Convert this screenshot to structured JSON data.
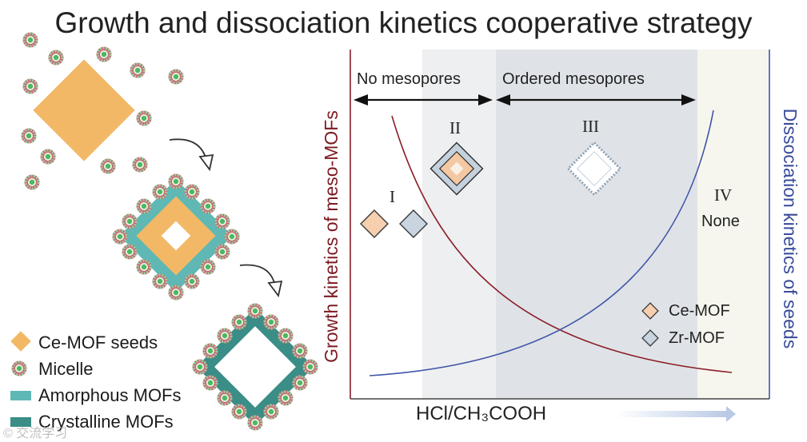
{
  "title": "Growth and dissociation kinetics cooperative strategy",
  "legend": {
    "items": [
      {
        "label": "Ce-MOF seeds"
      },
      {
        "label": "Micelle"
      },
      {
        "label": "Amorphous MOFs"
      },
      {
        "label": "Crystalline MOFs"
      }
    ]
  },
  "chart": {
    "ylabel_left": "Growth kinetics of meso-MOFs",
    "ylabel_right": "Dissociation kinetics of seeds",
    "xlabel": "HCl/CH₃COOH",
    "region_no_mesopores": "No mesopores",
    "region_ordered_mesopores": "Ordered mesopores",
    "regions": {
      "I": "I",
      "II": "II",
      "III": "III",
      "IV": "IV"
    },
    "region_iv_text": "None",
    "legend_ce": "Ce-MOF",
    "legend_zr": "Zr-MOF"
  },
  "colors": {
    "ce_mof": "#f2b866",
    "amorphous": "#5fb8b4",
    "crystalline": "#3b8d87",
    "growth_curve": "#8c1d28",
    "dissociation_curve": "#3f55a8"
  },
  "watermark": "© 交流学习"
}
